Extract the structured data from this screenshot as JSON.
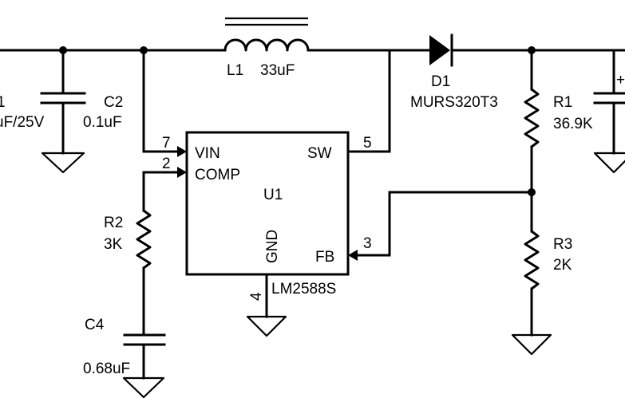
{
  "components": {
    "inductor": {
      "ref": "L1",
      "value": "33uF"
    },
    "diode": {
      "ref": "D1",
      "value": "MURS320T3"
    },
    "cap_left": {
      "ref": "1",
      "value": "uF/25V"
    },
    "cap_c2": {
      "ref": "C2",
      "value": "0.1uF"
    },
    "cap_c4": {
      "ref": "C4",
      "value": "0.68uF"
    },
    "res_r1": {
      "ref": "R1",
      "value": "36.9K"
    },
    "res_r2": {
      "ref": "R2",
      "value": "3K"
    },
    "res_r3": {
      "ref": "R3",
      "value": "2K"
    },
    "cap_right": {
      "ref": "+"
    },
    "ic": {
      "ref": "U1",
      "part": "LM2588S",
      "pins": {
        "vin": {
          "name": "VIN",
          "num": "7"
        },
        "comp": {
          "name": "COMP",
          "num": "2"
        },
        "sw": {
          "name": "SW",
          "num": "5"
        },
        "fb": {
          "name": "FB",
          "num": "3"
        },
        "gnd": {
          "name": "GND",
          "num": "4"
        }
      }
    }
  }
}
